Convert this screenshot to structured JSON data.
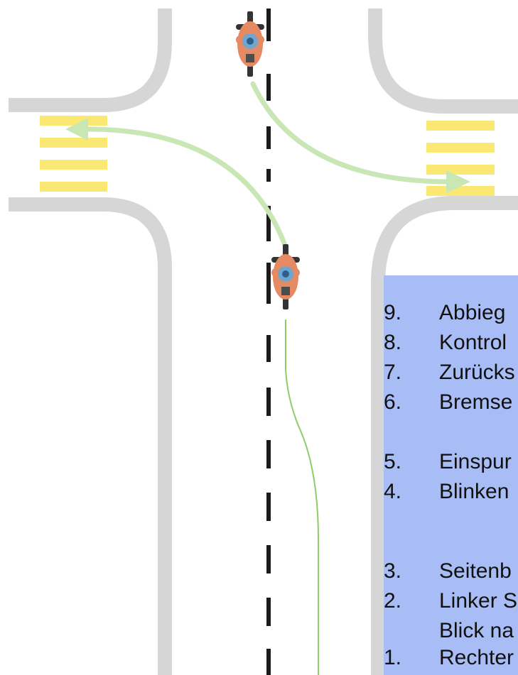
{
  "steps": [
    {
      "num": "9.",
      "text": "Abbieg"
    },
    {
      "num": "8.",
      "text": "Kontrol"
    },
    {
      "num": "7.",
      "text": "Zurücks"
    },
    {
      "num": "6.",
      "text": "Bremse"
    },
    {
      "num": "5.",
      "text": "Einspur"
    },
    {
      "num": "4.",
      "text": "Blinken"
    },
    {
      "num": "3.",
      "text": "Seitenb"
    },
    {
      "num": "2.",
      "text": "Linker S"
    },
    {
      "num": "",
      "text": "Blick na"
    },
    {
      "num": "1.",
      "text": "Rechter"
    }
  ],
  "colors": {
    "road_edge": "#d6d6d6",
    "crosswalk": "#fbe873",
    "path_arrow": "#c9e6b5",
    "thin_path": "#8fcc68",
    "panel": "#a8bdf5",
    "center_line": "#1a1a1a",
    "motorcycle_body": "#e58a62",
    "rider": "#6fa6d0"
  }
}
